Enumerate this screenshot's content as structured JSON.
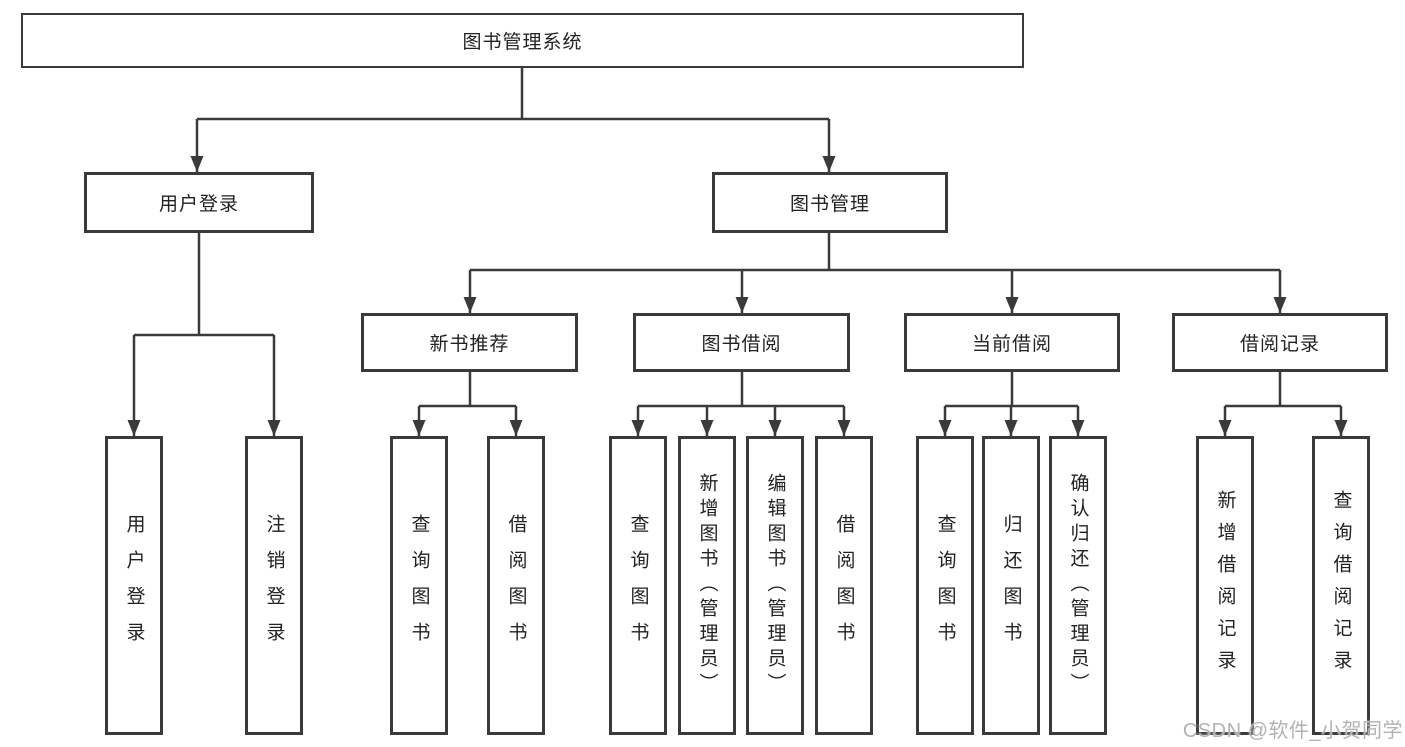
{
  "diagram": {
    "title": "图书管理系统",
    "colors": {
      "line": "#3a3a3a",
      "box_border": "#3a3a3a",
      "box_fill": "#ffffff",
      "text": "#222222",
      "background": "#ffffff",
      "watermark": "#b2b2b2"
    },
    "tree": {
      "label": "图书管理系统",
      "children": [
        {
          "label": "用户登录",
          "children": [
            {
              "label": "用户登录"
            },
            {
              "label": "注销登录"
            }
          ]
        },
        {
          "label": "图书管理",
          "children": [
            {
              "label": "新书推荐",
              "children": [
                {
                  "label": "查询图书"
                },
                {
                  "label": "借阅图书"
                }
              ]
            },
            {
              "label": "图书借阅",
              "children": [
                {
                  "label": "查询图书"
                },
                {
                  "label": "新增图书（管理员）"
                },
                {
                  "label": "编辑图书（管理员）"
                },
                {
                  "label": "借阅图书"
                }
              ]
            },
            {
              "label": "当前借阅",
              "children": [
                {
                  "label": "查询图书"
                },
                {
                  "label": "归还图书"
                },
                {
                  "label": "确认归还（管理员）"
                }
              ]
            },
            {
              "label": "借阅记录",
              "children": [
                {
                  "label": "新增借阅记录"
                },
                {
                  "label": "查询借阅记录"
                }
              ]
            }
          ]
        }
      ]
    }
  },
  "watermark": {
    "text": "CSDN @软件_小贺同学"
  }
}
